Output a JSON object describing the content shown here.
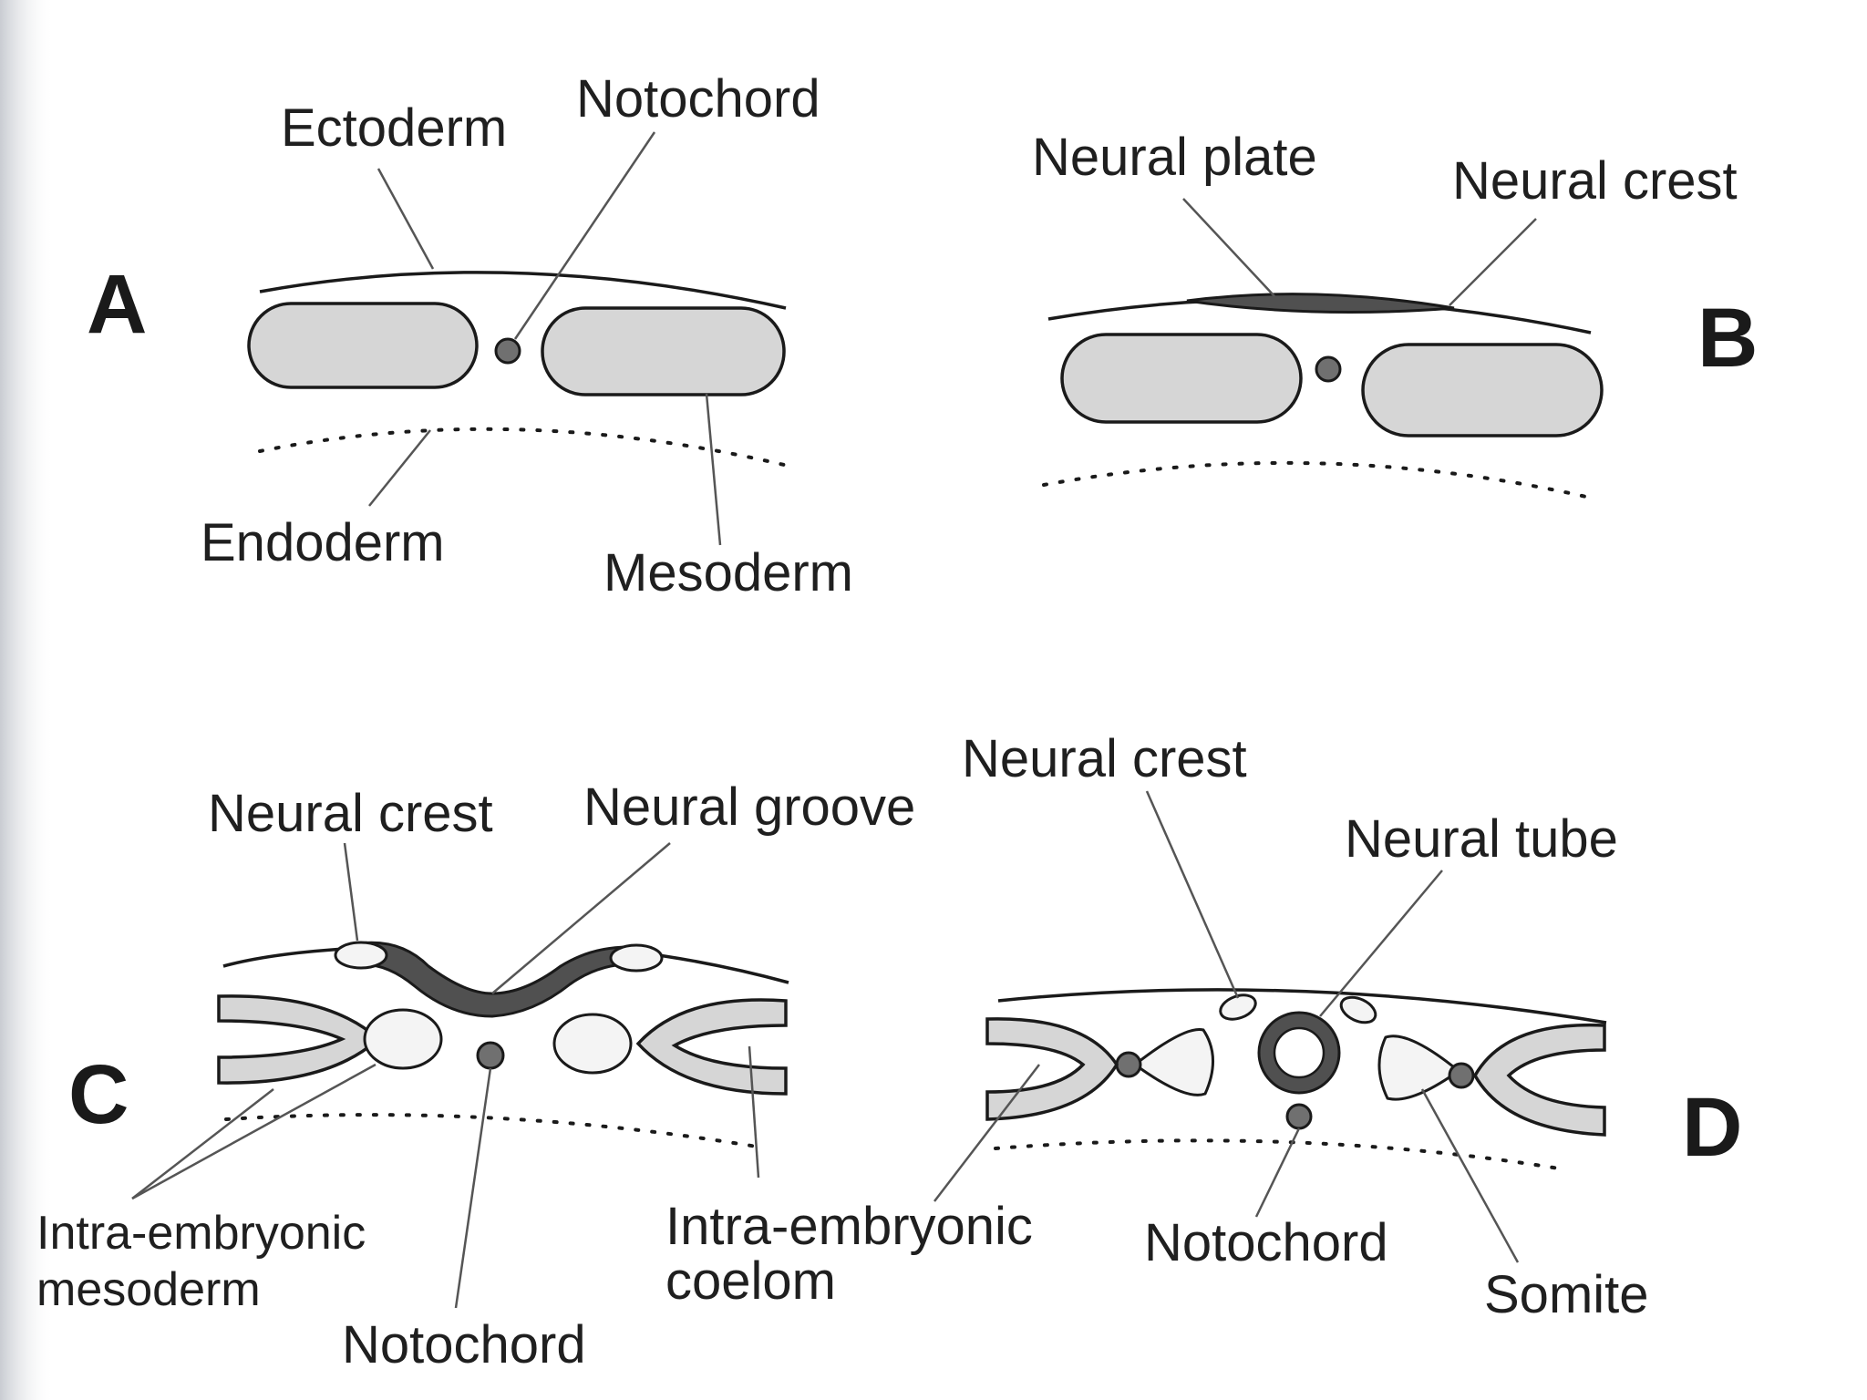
{
  "panels": {
    "a": {
      "letter": "A",
      "ectoderm": "Ectoderm",
      "notochord": "Notochord",
      "endoderm": "Endoderm",
      "mesoderm": "Mesoderm"
    },
    "b": {
      "letter": "B",
      "neural_plate": "Neural plate",
      "neural_crest": "Neural crest"
    },
    "c": {
      "letter": "C",
      "neural_crest": "Neural crest",
      "neural_groove": "Neural groove",
      "intra_mesoderm_line1": "Intra-embryonic",
      "intra_mesoderm_line2": "mesoderm",
      "notochord": "Notochord",
      "coelom_line1": "Intra-embryonic",
      "coelom_line2": "coelom"
    },
    "d": {
      "letter": "D",
      "neural_crest": "Neural crest",
      "neural_tube": "Neural tube",
      "notochord": "Notochord",
      "somite": "Somite"
    }
  },
  "colors": {
    "tissue_fill": "#d6d6d6",
    "neural_fill": "#505050",
    "line": "#1a1a1a"
  }
}
